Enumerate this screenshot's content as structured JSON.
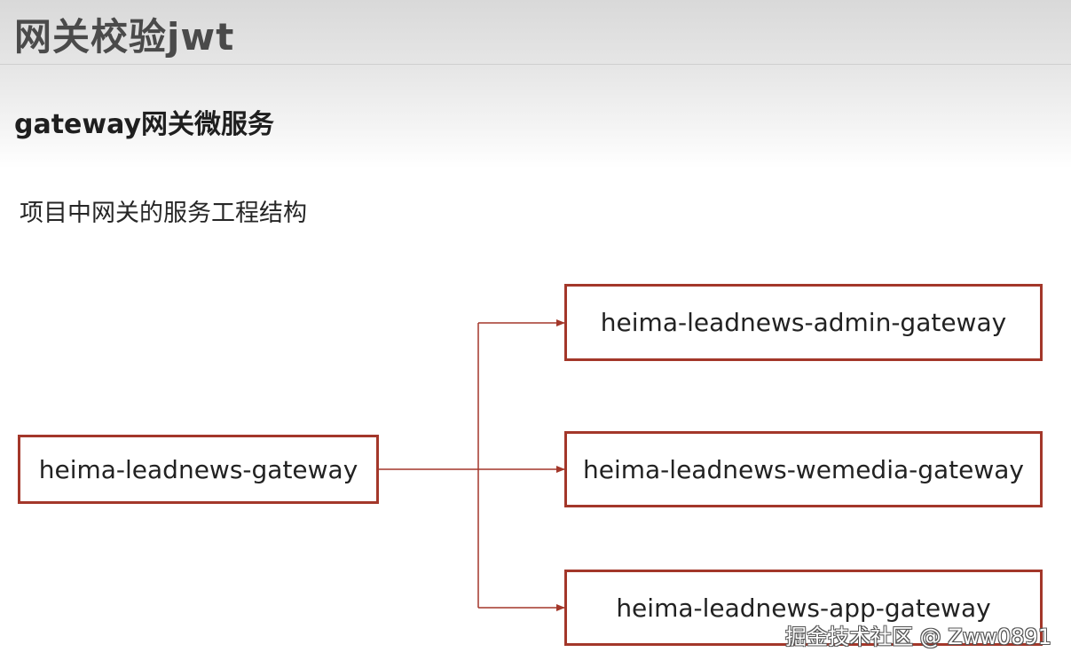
{
  "slide": {
    "title": "网关校验jwt",
    "subtitle": "gateway网关微服务",
    "description": "项目中网关的服务工程结构"
  },
  "diagram": {
    "source": {
      "label": "heima-leadnews-gateway"
    },
    "targets": [
      {
        "label": "heima-leadnews-admin-gateway"
      },
      {
        "label": "heima-leadnews-wemedia-gateway"
      },
      {
        "label": "heima-leadnews-app-gateway"
      }
    ],
    "colors": {
      "border": "#a3372a",
      "connector": "#a3372a"
    }
  },
  "watermark": "掘金技术社区 @ Zww0891"
}
